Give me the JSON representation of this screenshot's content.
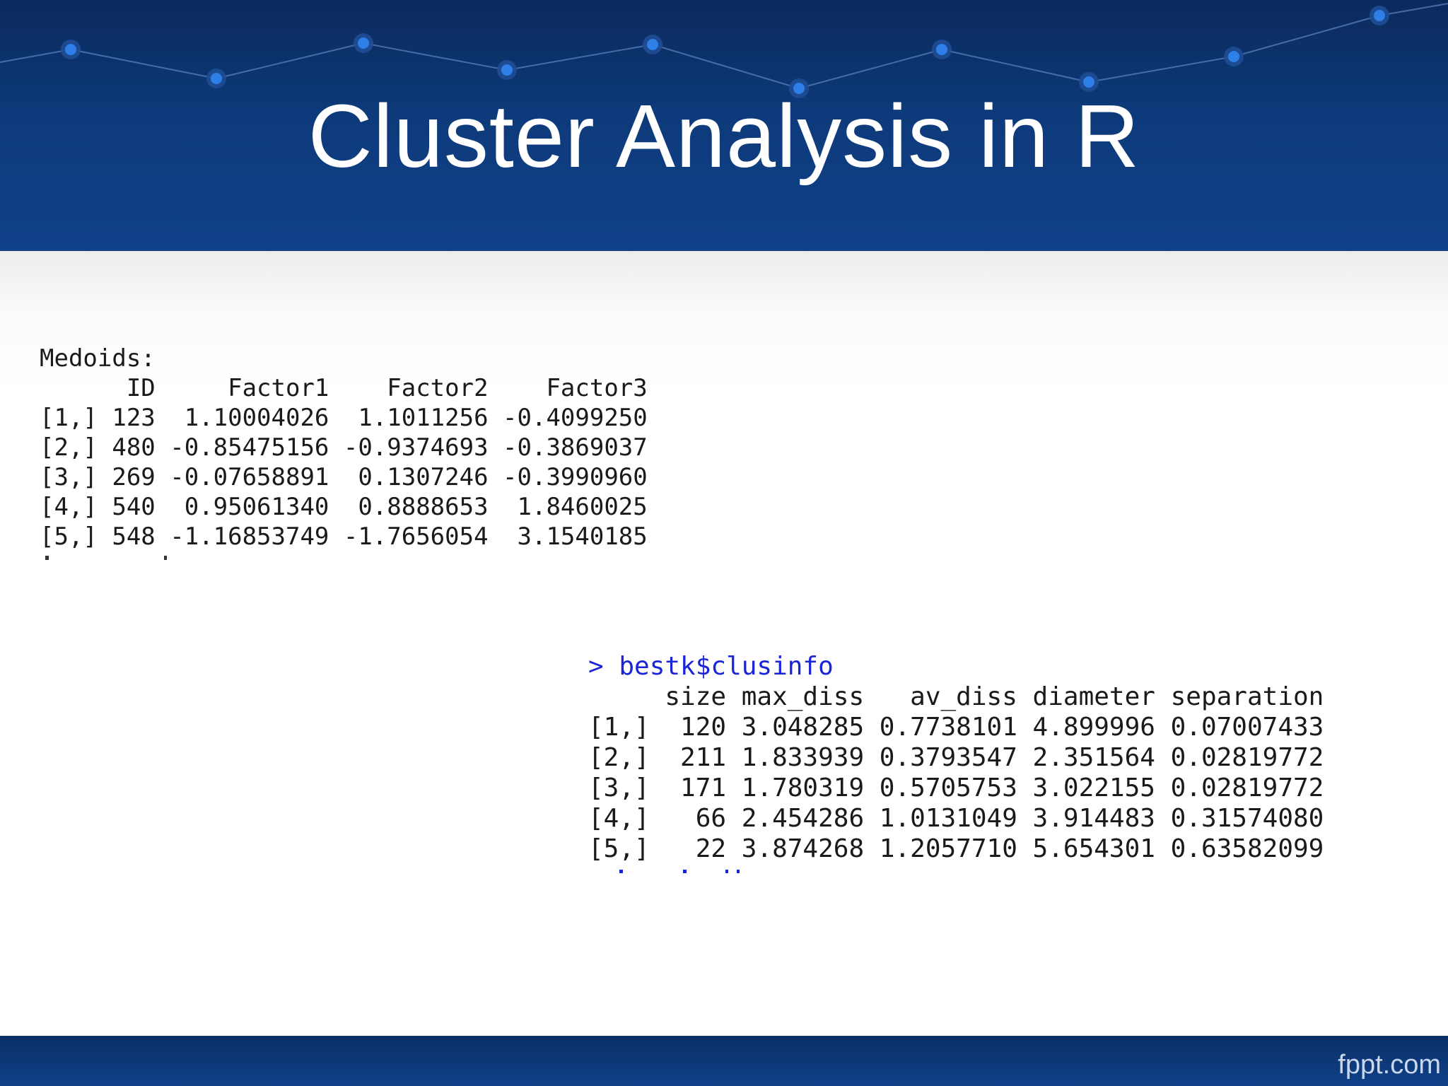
{
  "slide": {
    "title": "Cluster Analysis in R",
    "brand": "fppt.com"
  },
  "medoids": {
    "heading": "Medoids:",
    "header_row": "      ID     Factor1    Factor2    Factor3",
    "rows": [
      "[1,] 123  1.10004026  1.1011256 -0.4099250",
      "[2,] 480 -0.85475156 -0.9374693 -0.3869037",
      "[3,] 269 -0.07658891  0.1307246 -0.3990960",
      "[4,] 540  0.95061340  0.8888653  1.8460025",
      "[5,] 548 -1.16853749 -1.7656054  3.1540185"
    ]
  },
  "clusinfo": {
    "command": "> bestk$clusinfo",
    "header_row": "     size max_diss   av_diss diameter separation",
    "rows": [
      "[1,]  120 3.048285 0.7738101 4.899996 0.07007433",
      "[2,]  211 1.833939 0.3793547 2.351564 0.02819772",
      "[3,]  171 1.780319 0.5705753 3.022155 0.02819772",
      "[4,]   66 2.454286 1.0131049 3.914483 0.31574080",
      "[5,]   22 3.874268 1.2057710 5.654301 0.63582099"
    ]
  },
  "colors": {
    "header_blue": "#0d3a7a",
    "prompt_blue": "#1b25d8",
    "node_blue": "#2f7fe8"
  },
  "icons": [
    "network-node-icon"
  ]
}
